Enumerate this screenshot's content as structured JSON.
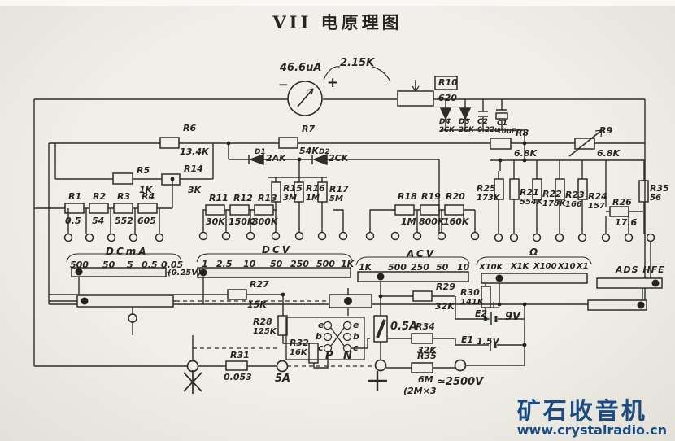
{
  "title": "VII 电原理图",
  "colors": {
    "ink": "#2e2d28",
    "paper": "#eceae4",
    "watermark_blue": "#1b4b82"
  },
  "meter": {
    "current": "46.6uA",
    "series_res": "2.15K",
    "minus": "−",
    "plus": "+"
  },
  "resistors": {
    "r1": {
      "n": "R1",
      "v": "0.5"
    },
    "r2": {
      "n": "R2",
      "v": "54"
    },
    "r3": {
      "n": "R3",
      "v": "552"
    },
    "r4": {
      "n": "R4",
      "v": "605"
    },
    "r5": {
      "n": "R5",
      "v": "1K"
    },
    "r6": {
      "n": "R6",
      "v": "13.4K"
    },
    "r7": {
      "n": "R7",
      "v": "54K"
    },
    "r8": {
      "n": "R8",
      "v": "6.8K"
    },
    "r9": {
      "n": "R9",
      "v": "6.8K"
    },
    "r10": {
      "n": "R10",
      "v": "620"
    },
    "r11": {
      "n": "R11",
      "v": "30K"
    },
    "r12": {
      "n": "R12",
      "v": "150K"
    },
    "r13": {
      "n": "R13",
      "v": "800K"
    },
    "r14": {
      "n": "R14",
      "v": "3K"
    },
    "r15": {
      "n": "R15",
      "v": "3M"
    },
    "r16": {
      "n": "R16",
      "v": "1M"
    },
    "r17": {
      "n": "R17",
      "v": "5M"
    },
    "r18": {
      "n": "R18",
      "v": "1M"
    },
    "r19": {
      "n": "R19",
      "v": "800K"
    },
    "r20": {
      "n": "R20",
      "v": "160K"
    },
    "r21": {
      "n": "R21",
      "v": "554K"
    },
    "r22": {
      "n": "R22",
      "v": "178K"
    },
    "r23": {
      "n": "R23",
      "v": "166"
    },
    "r24": {
      "n": "R24",
      "v": "157"
    },
    "r25": {
      "n": "R25",
      "v": "173K"
    },
    "r26": {
      "n": "R26",
      "v": "17.6"
    },
    "r27": {
      "n": "R27",
      "v": "15K"
    },
    "r28": {
      "n": "R28",
      "v": "125K"
    },
    "r29": {
      "n": "R29",
      "v": "32K"
    },
    "r30": {
      "n": "R30",
      "v": "141K"
    },
    "r31": {
      "n": "R31",
      "v": "0.053"
    },
    "r32": {
      "n": "R32",
      "v": "16K"
    },
    "r34": {
      "n": "R34",
      "v": "32K"
    },
    "r35": {
      "n": "R35",
      "v": "6M",
      "note": "(2M×3"
    },
    "r35b": {
      "n": "R35",
      "v": "56"
    }
  },
  "diodes": {
    "d1": {
      "n": "D1",
      "v": "2AK"
    },
    "d2": {
      "n": "D2",
      "v": "2CK"
    },
    "d3": {
      "n": "D3",
      "v": "2CK"
    },
    "d4": {
      "n": "D4",
      "v": "2CK"
    }
  },
  "caps": {
    "c1": {
      "n": "C1",
      "v": "10uF"
    },
    "c2": {
      "n": "C2",
      "v": "0.22u"
    }
  },
  "fuse": {
    "v": "0.5A"
  },
  "batteries": {
    "e2": {
      "n": "E2",
      "v": "9V"
    },
    "e1": {
      "n": "E1",
      "v": "1.5V"
    }
  },
  "switch": {
    "dcma": {
      "label": "DCmA",
      "ranges": [
        "500",
        "50",
        "5",
        "0.5",
        "0.05"
      ],
      "note": "(0.25V)"
    },
    "dcv": {
      "label": "DCV",
      "ranges": [
        "1",
        "2.5",
        "10",
        "50",
        "250",
        "500",
        "1K"
      ]
    },
    "acv": {
      "label": "ACV",
      "ranges": [
        "1K",
        "500",
        "250",
        "50",
        "10"
      ]
    },
    "ohm": {
      "label": "Ω",
      "ranges": [
        "X10K",
        "X1K",
        "X100",
        "X10",
        "X1"
      ]
    },
    "ads": {
      "label": "ADS HFE"
    }
  },
  "tester": {
    "e": "e",
    "b": "b",
    "c": "c",
    "pn": "P N"
  },
  "terminals": {
    "amp5": "5A",
    "hv": "≃2500V"
  },
  "watermark": {
    "name": "矿石收音机",
    "url": "www.crystalradio.cn"
  }
}
